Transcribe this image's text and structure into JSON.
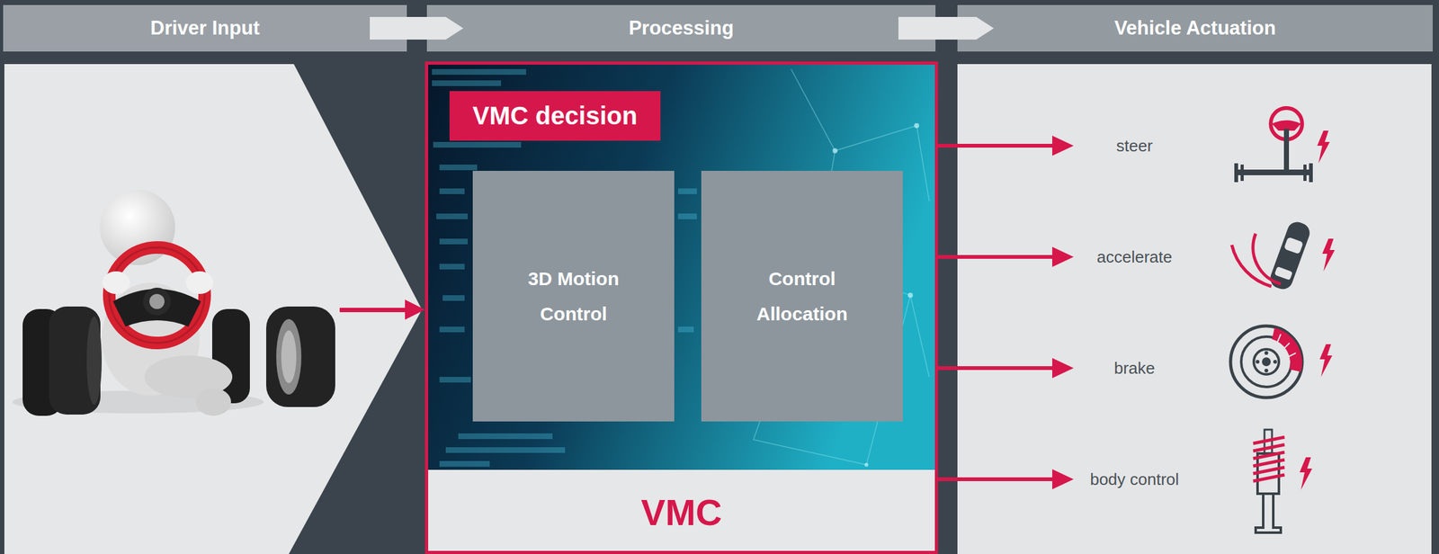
{
  "diagram": {
    "nodes": [
      {
        "text": [
          "Driver Input"
        ]
      },
      {
        "text": [
          "Processing"
        ]
      },
      {
        "text": [
          "Vehicle Actuation"
        ]
      },
      {
        "text": [
          "VMC"
        ]
      },
      {
        "text": [
          "VMC decision"
        ],
        "in": 3
      },
      {
        "text": [
          "3D Motion Control"
        ],
        "in": 3
      },
      {
        "text": [
          "Control Allocation"
        ],
        "in": 3
      },
      {
        "text": [
          "steer"
        ]
      },
      {
        "text": [
          "accelerate"
        ]
      },
      {
        "text": [
          "brake"
        ]
      },
      {
        "text": [
          "body control"
        ]
      }
    ],
    "edges": [
      {
        "from": 0,
        "to": 1,
        "arrow": "to"
      },
      {
        "from": 1,
        "to": 2,
        "arrow": "to"
      },
      {
        "from": 3,
        "to": 7,
        "arrow": "to"
      },
      {
        "from": 3,
        "to": 8,
        "arrow": "to"
      },
      {
        "from": 3,
        "to": 9,
        "arrow": "to"
      },
      {
        "from": 3,
        "to": 10,
        "arrow": "to"
      }
    ]
  }
}
